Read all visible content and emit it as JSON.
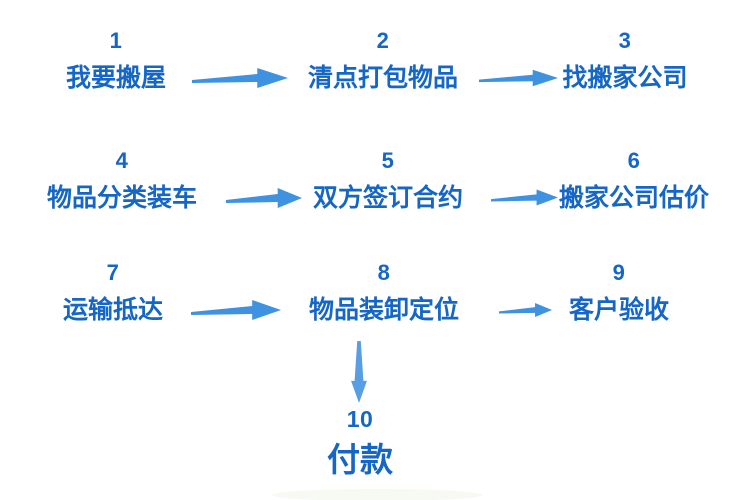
{
  "colors": {
    "step_text": "#1566C5",
    "arrow": "#3F92DF",
    "arrow_down": "#579EE3"
  },
  "steps": [
    {
      "number": "1",
      "label": "我要搬屋"
    },
    {
      "number": "2",
      "label": "清点打包物品"
    },
    {
      "number": "3",
      "label": "找搬家公司"
    },
    {
      "number": "4",
      "label": "物品分类装车"
    },
    {
      "number": "5",
      "label": "双方签订合约"
    },
    {
      "number": "6",
      "label": "搬家公司估价"
    },
    {
      "number": "7",
      "label": "运输抵达"
    },
    {
      "number": "8",
      "label": "物品装卸定位"
    },
    {
      "number": "9",
      "label": "客户验收"
    },
    {
      "number": "10",
      "label": "付款"
    }
  ],
  "connections": [
    {
      "from": "1",
      "to": "2",
      "direction": "right"
    },
    {
      "from": "2",
      "to": "3",
      "direction": "right"
    },
    {
      "from": "4",
      "to": "5",
      "direction": "right"
    },
    {
      "from": "5",
      "to": "6",
      "direction": "right"
    },
    {
      "from": "7",
      "to": "8",
      "direction": "right"
    },
    {
      "from": "8",
      "to": "9",
      "direction": "right"
    },
    {
      "from": "8",
      "to": "10",
      "direction": "down"
    }
  ]
}
